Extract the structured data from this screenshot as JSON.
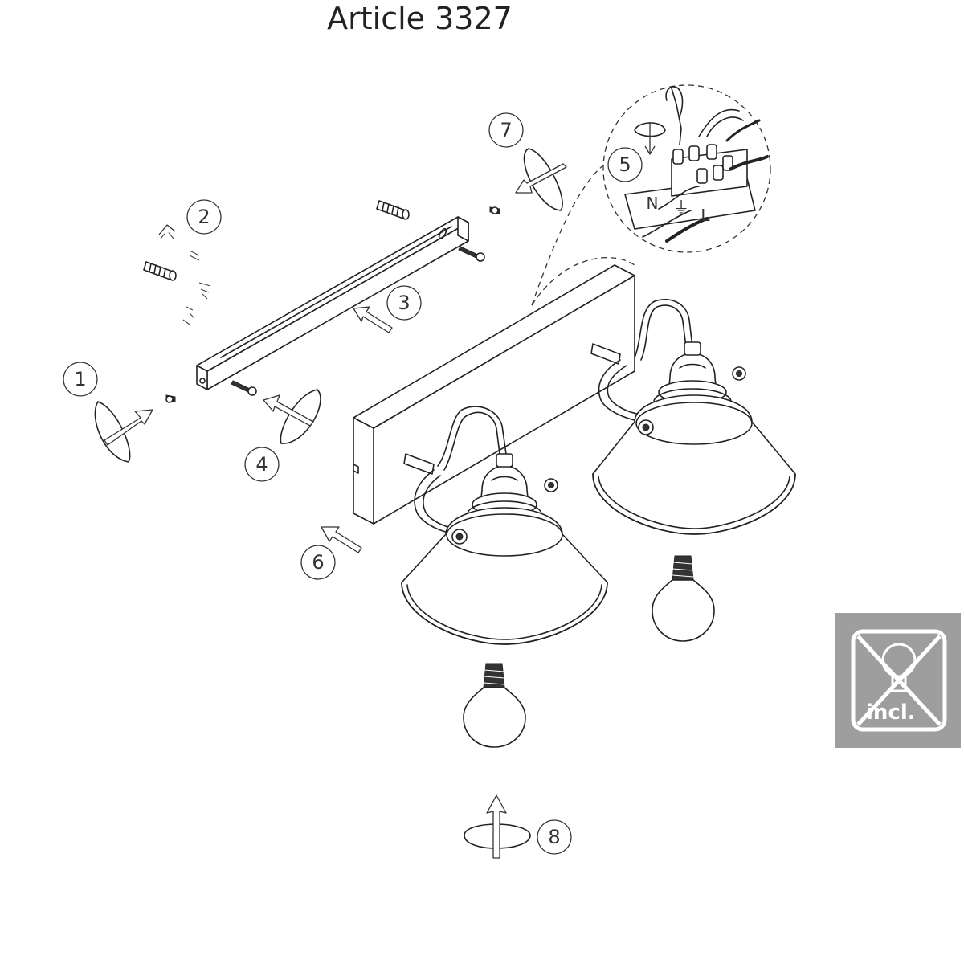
{
  "title": "Article 3327",
  "steps": [
    "1",
    "2",
    "3",
    "4",
    "5",
    "6",
    "7",
    "8"
  ],
  "wiring_terminals": [
    "N",
    "⏚",
    "L"
  ],
  "bulb_badge": {
    "label": "incl.",
    "background": "#9e9e9e"
  }
}
